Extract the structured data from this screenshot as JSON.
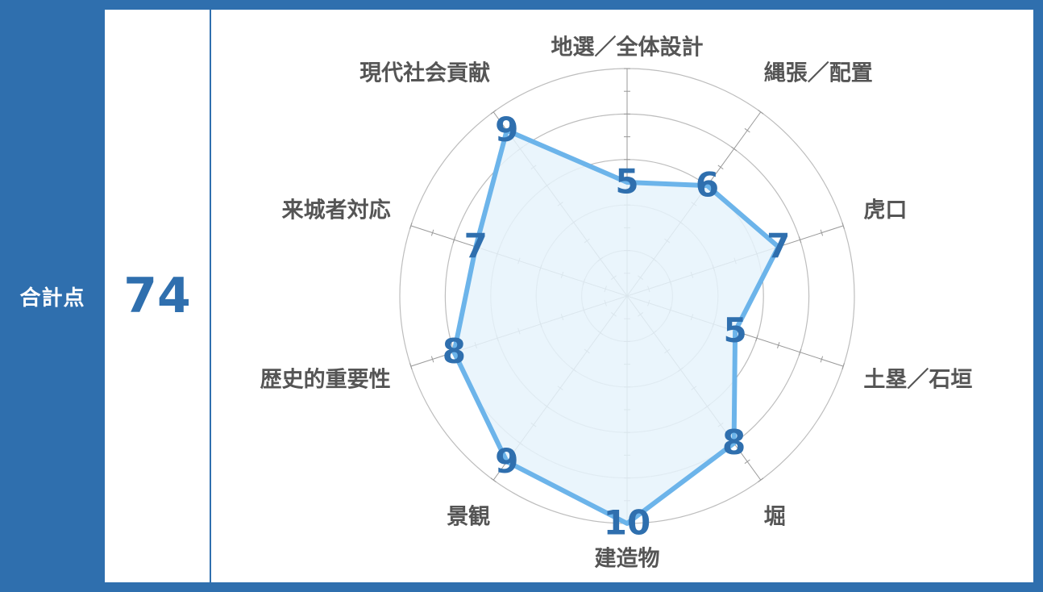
{
  "summary": {
    "label": "合計点",
    "total": "74"
  },
  "colors": {
    "frame": "#2f6fae",
    "series_line": "#6cb4ea",
    "series_fill": "#e6f3fc",
    "grid": "#bdbdbd",
    "label_text": "#555555",
    "value_text": "#2f6fae"
  },
  "chart_data": {
    "type": "radar",
    "title": "",
    "categories": [
      "地選／全体設計",
      "縄張／配置",
      "虎口",
      "土塁／石垣",
      "堀",
      "建造物",
      "景観",
      "歴史的重要性",
      "来城者対応",
      "現代社会貢献"
    ],
    "series": [
      {
        "values": [
          5,
          6,
          7,
          5,
          8,
          10,
          9,
          8,
          7,
          9
        ]
      }
    ],
    "rlim": [
      0,
      10
    ],
    "ring_ticks": [
      2,
      4,
      6,
      8,
      10
    ],
    "minor_tick_step": 1,
    "grid": true,
    "legend": "none",
    "data_labels": true
  }
}
